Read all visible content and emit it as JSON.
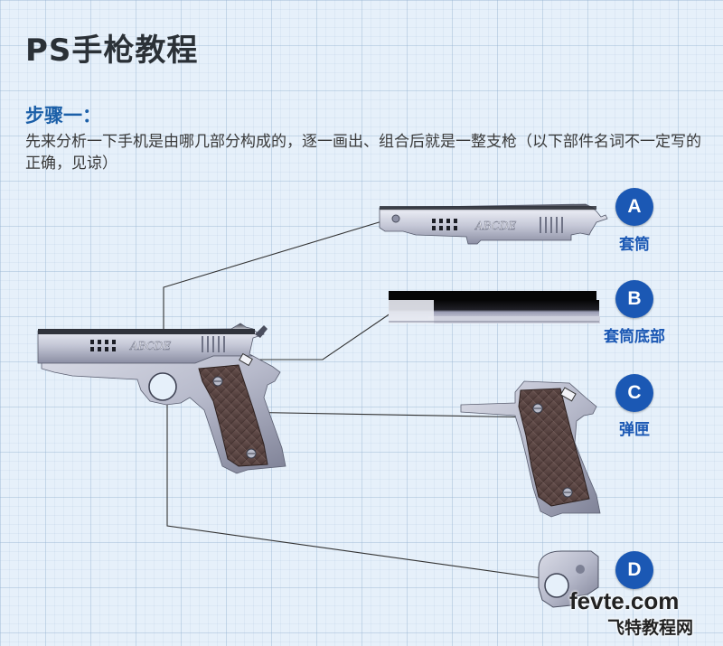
{
  "header": {
    "title": "PS手枪教程"
  },
  "step": {
    "heading": "步骤一：",
    "description": "先来分析一下手机是由哪几部分构成的，逐一画出、组合后就是一整支枪（以下部件名词不一定写的正确，见谅）"
  },
  "parts": [
    {
      "badge": "A",
      "label": "套筒"
    },
    {
      "badge": "B",
      "label": "套筒底部"
    },
    {
      "badge": "C",
      "label": "弹匣"
    },
    {
      "badge": "D",
      "label": ""
    }
  ],
  "engraving": "ABCDE",
  "watermark": {
    "domain": "fevte.com",
    "name": "飞特教程网"
  },
  "colors": {
    "accent": "#1b58b4",
    "grip": "#5a4441",
    "metal": "#c9ccd8"
  }
}
